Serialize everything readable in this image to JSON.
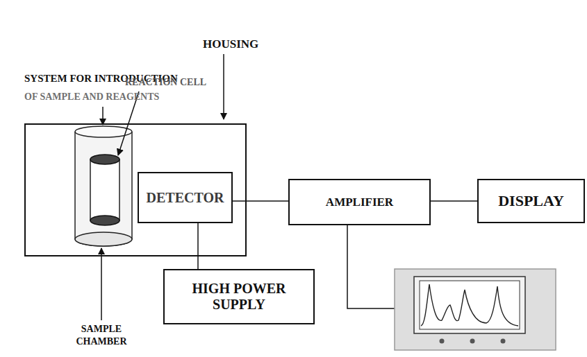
{
  "diagram": {
    "nodes": [
      {
        "text": [
          "HOUSING"
        ]
      },
      {
        "text": [
          "DETECTOR"
        ],
        "in": 0
      },
      {
        "text": [
          "AMPLIFIER"
        ]
      },
      {
        "text": [
          "DISPLAY"
        ]
      },
      {
        "text": [
          "HIGH POWER SUPPLY"
        ]
      }
    ],
    "edges": [
      {
        "from": 1,
        "to": 2,
        "arrow": "none"
      },
      {
        "from": 2,
        "to": 3,
        "arrow": "none"
      },
      {
        "from": 1,
        "to": 4,
        "arrow": "none"
      }
    ],
    "labels": [
      "SYSTEM FOR INTRODUCTION",
      "OF SAMPLE AND REAGENTS",
      "REACTION CELL",
      "SAMPLE CHAMBER"
    ]
  }
}
